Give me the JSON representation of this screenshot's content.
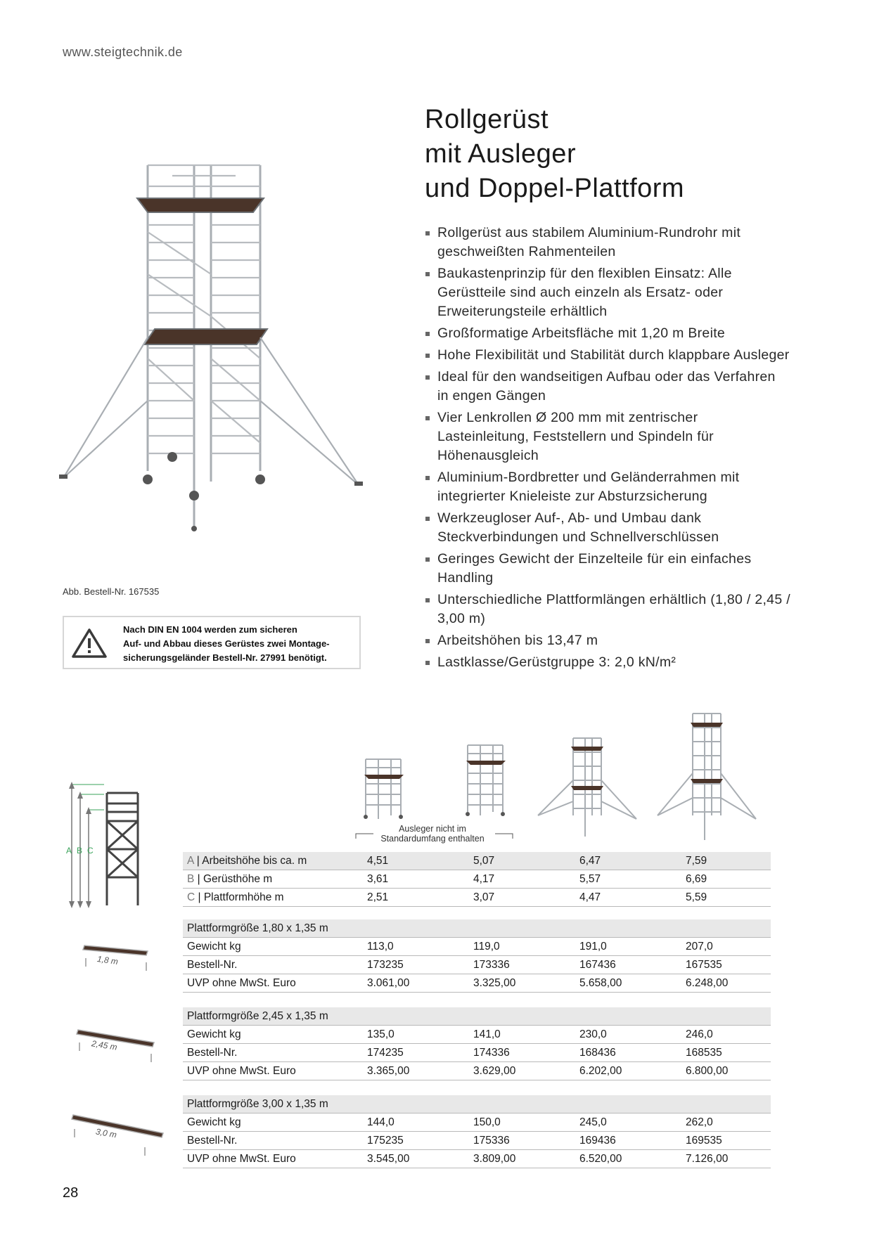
{
  "header": {
    "url": "www.steigtechnik.de"
  },
  "title_lines": [
    "Rollgerüst",
    "mit Ausleger",
    "und Doppel-Plattform"
  ],
  "features": [
    "Rollgerüst aus stabilem Aluminium-Rundrohr mit geschweißten Rahmenteilen",
    "Baukastenprinzip für den flexiblen Einsatz: Alle Gerüstteile sind auch einzeln als Ersatz- oder Erweiterungsteile erhältlich",
    "Großformatige Arbeitsfläche mit 1,20 m Breite",
    "Hohe Flexibilität und Stabilität durch klappbare Ausleger",
    "Ideal für den wandseitigen Aufbau oder das Verfahren in engen Gängen",
    "Vier Lenkrollen Ø 200 mm mit zentrischer Lasteinleitung, Feststellern und Spindeln für Höhenausgleich",
    "Aluminium-Bordbretter und Geländerrahmen mit integrierter Knieleiste zur Absturzsicherung",
    "Werkzeugloser Auf-, Ab- und Umbau dank Steckverbindungen und Schnellverschlüssen",
    "Geringes Gewicht der Einzelteile für ein einfaches Handling",
    "Unterschiedliche Plattformlängen erhältlich (1,80 / 2,45 / 3,00 m)",
    "Arbeitshöhen bis 13,47 m",
    "Lastklasse/Gerüstgruppe 3: 2,0 kN/m²"
  ],
  "image_caption": "Abb. Bestell-Nr. 167535",
  "warning": {
    "icon": "warning-triangle-icon",
    "lines": [
      "Nach DIN EN 1004 werden zum sicheren",
      "Auf- und Abbau dieses Gerüstes zwei Montage-",
      "sicherungsgeländer Bestell-Nr. 27991 benötigt."
    ]
  },
  "outrigger_note": [
    "Ausleger nicht im",
    "Standardumfang enthalten"
  ],
  "dimension_letters": [
    "A",
    "B",
    "C"
  ],
  "heights": {
    "rows": [
      {
        "letter": "A",
        "label": " | Arbeitshöhe bis ca. m",
        "values": [
          "4,51",
          "5,07",
          "6,47",
          "7,59"
        ]
      },
      {
        "letter": "B",
        "label": " | Gerüsthöhe m",
        "values": [
          "3,61",
          "4,17",
          "5,57",
          "6,69"
        ]
      },
      {
        "letter": "C",
        "label": " | Plattformhöhe m",
        "values": [
          "2,51",
          "3,07",
          "4,47",
          "5,59"
        ]
      }
    ]
  },
  "platforms": [
    {
      "size_label": "Plattformgröße 1,80 x 1,35 m",
      "length_tag": "1,8 m",
      "rows": [
        {
          "label": "Gewicht kg",
          "values": [
            "113,0",
            "119,0",
            "191,0",
            "207,0"
          ]
        },
        {
          "label": "Bestell-Nr.",
          "values": [
            "173235",
            "173336",
            "167436",
            "167535"
          ]
        },
        {
          "label": "UVP ohne MwSt. Euro",
          "values": [
            "3.061,00",
            "3.325,00",
            "5.658,00",
            "6.248,00"
          ]
        }
      ]
    },
    {
      "size_label": "Plattformgröße 2,45 x 1,35 m",
      "length_tag": "2,45 m",
      "rows": [
        {
          "label": "Gewicht kg",
          "values": [
            "135,0",
            "141,0",
            "230,0",
            "246,0"
          ]
        },
        {
          "label": "Bestell-Nr.",
          "values": [
            "174235",
            "174336",
            "168436",
            "168535"
          ]
        },
        {
          "label": "UVP ohne MwSt. Euro",
          "values": [
            "3.365,00",
            "3.629,00",
            "6.202,00",
            "6.800,00"
          ]
        }
      ]
    },
    {
      "size_label": "Plattformgröße 3,00 x 1,35 m",
      "length_tag": "3,0 m",
      "rows": [
        {
          "label": "Gewicht kg",
          "values": [
            "144,0",
            "150,0",
            "245,0",
            "262,0"
          ]
        },
        {
          "label": "Bestell-Nr.",
          "values": [
            "175235",
            "175336",
            "169436",
            "169535"
          ]
        },
        {
          "label": "UVP ohne MwSt. Euro",
          "values": [
            "3.545,00",
            "3.809,00",
            "6.520,00",
            "7.126,00"
          ]
        }
      ]
    }
  ],
  "page_number": "28",
  "colors": {
    "shade": "#e8e8e8",
    "platform_board": "#4a3429",
    "frame": "#9aa0a6",
    "dimension_green": "#3aa35a"
  }
}
